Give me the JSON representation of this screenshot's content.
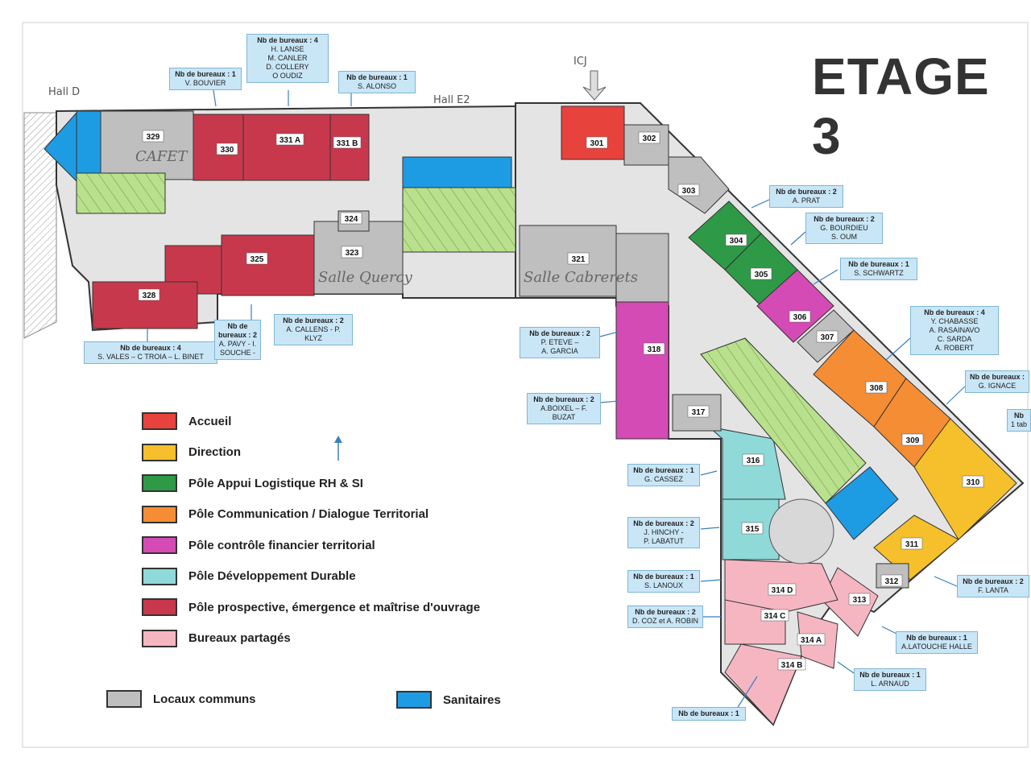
{
  "title": "ETAGE 3",
  "colors": {
    "accueil": "#e8423c",
    "direction": "#f6c02c",
    "logistique": "#2e9a47",
    "communication": "#f58d34",
    "financier": "#d44bb5",
    "durable": "#8fd9d9",
    "prospective": "#c8384c",
    "partages": "#f5b6c2",
    "communs": "#bfbfbf",
    "sanitaires": "#1e9ce3",
    "circulation": "#e4e4e4",
    "stairs": "#b9e08c"
  },
  "legend": [
    {
      "label": "Accueil",
      "color": "#e8423c"
    },
    {
      "label": "Direction",
      "color": "#f6c02c"
    },
    {
      "label": "Pôle Appui Logistique RH & SI",
      "color": "#2e9a47"
    },
    {
      "label": "Pôle Communication / Dialogue Territorial",
      "color": "#f58d34"
    },
    {
      "label": "Pôle contrôle financier territorial",
      "color": "#d44bb5"
    },
    {
      "label": "Pôle Développement Durable",
      "color": "#8fd9d9"
    },
    {
      "label": "Pôle prospective, émergence et maîtrise d'ouvrage",
      "color": "#c8384c"
    },
    {
      "label": "Bureaux partagés",
      "color": "#f5b6c2"
    }
  ],
  "legend_bottom": [
    {
      "label": "Locaux communs",
      "color": "#bfbfbf"
    },
    {
      "label": "Sanitaires",
      "color": "#1e9ce3"
    }
  ],
  "handwritten": {
    "hall_d": "Hall D",
    "hall_e2": "Hall E2",
    "icj": "ICJ",
    "cafet": "CAFET",
    "salle_quercy": "Salle Quercy",
    "salle_cabrerets": "Salle Cabrerets"
  },
  "rooms": [
    {
      "num": "329",
      "color": "#bfbfbf"
    },
    {
      "num": "330",
      "color": "#c8384c"
    },
    {
      "num": "331 A",
      "color": "#c8384c"
    },
    {
      "num": "331 B",
      "color": "#c8384c"
    },
    {
      "num": "301",
      "color": "#e8423c"
    },
    {
      "num": "302",
      "color": "#bfbfbf"
    },
    {
      "num": "303",
      "color": "#bfbfbf"
    },
    {
      "num": "304",
      "color": "#2e9a47"
    },
    {
      "num": "305",
      "color": "#2e9a47"
    },
    {
      "num": "306",
      "color": "#d44bb5"
    },
    {
      "num": "307",
      "color": "#bfbfbf"
    },
    {
      "num": "308",
      "color": "#f58d34"
    },
    {
      "num": "309",
      "color": "#f58d34"
    },
    {
      "num": "310",
      "color": "#f6c02c"
    },
    {
      "num": "311",
      "color": "#f6c02c"
    },
    {
      "num": "312",
      "color": "#bfbfbf"
    },
    {
      "num": "313",
      "color": "#f5b6c2"
    },
    {
      "num": "314 A",
      "color": "#f5b6c2"
    },
    {
      "num": "314 B",
      "color": "#f5b6c2"
    },
    {
      "num": "314 C",
      "color": "#f5b6c2"
    },
    {
      "num": "314 D",
      "color": "#f5b6c2"
    },
    {
      "num": "315",
      "color": "#8fd9d9"
    },
    {
      "num": "316",
      "color": "#8fd9d9"
    },
    {
      "num": "317",
      "color": "#bfbfbf"
    },
    {
      "num": "318",
      "color": "#d44bb5"
    },
    {
      "num": "321",
      "color": "#bfbfbf"
    },
    {
      "num": "323",
      "color": "#bfbfbf"
    },
    {
      "num": "324",
      "color": "#bfbfbf"
    },
    {
      "num": "325",
      "color": "#c8384c"
    },
    {
      "num": "328",
      "color": "#c8384c"
    }
  ],
  "callouts": [
    {
      "head": "Nb de bureaux : 1",
      "lines": [
        "V. BOUVIER"
      ]
    },
    {
      "head": "Nb de bureaux : 4",
      "lines": [
        "H. LANSE",
        "M. CANLER",
        "D. COLLERY",
        "O OUDIZ"
      ]
    },
    {
      "head": "Nb de bureaux : 1",
      "lines": [
        "S. ALONSO"
      ]
    },
    {
      "head": "Nb de bureaux : 2",
      "lines": [
        "A. PRAT"
      ]
    },
    {
      "head": "Nb de bureaux : 2",
      "lines": [
        "G. BOURDIEU",
        "S. OUM"
      ]
    },
    {
      "head": "Nb de bureaux : 1",
      "lines": [
        "S. SCHWARTZ"
      ]
    },
    {
      "head": "Nb de bureaux : 4",
      "lines": [
        "Y. CHABASSE",
        "A. RASAINAVO",
        "C. SARDA",
        "A. ROBERT"
      ]
    },
    {
      "head": "Nb de bureaux :",
      "lines": [
        "G. IGNACE"
      ]
    },
    {
      "head": "Nb",
      "lines": [
        "1 tab"
      ]
    },
    {
      "head": "Nb de bureaux : 2",
      "lines": [
        "P. ETEVE –",
        "A. GARCIA"
      ]
    },
    {
      "head": "Nb de bureaux : 2",
      "lines": [
        "A.BOIXEL – F.",
        "BUZAT"
      ]
    },
    {
      "head": "Nb de bureaux : 1",
      "lines": [
        "G. CASSEZ"
      ]
    },
    {
      "head": "Nb de bureaux : 2",
      "lines": [
        "J. HINCHY -",
        "P. LABATUT"
      ]
    },
    {
      "head": "Nb de bureaux : 1",
      "lines": [
        "S. LANOUX"
      ]
    },
    {
      "head": "Nb de bureaux : 2",
      "lines": [
        "D. COZ et A. ROBIN"
      ]
    },
    {
      "head": "Nb de bureaux : 2",
      "lines": [
        "F. LANTA"
      ]
    },
    {
      "head": "Nb de bureaux : 1",
      "lines": [
        "A.LATOUCHE HALLE"
      ]
    },
    {
      "head": "Nb de bureaux : 1",
      "lines": [
        "L. ARNAUD"
      ]
    },
    {
      "head": "Nb de bureaux : 1",
      "lines": []
    },
    {
      "head": "Nb de bureaux : 4",
      "lines": [
        "S. VALES – C TROIA – L. BINET"
      ]
    },
    {
      "head": "Nb de bureaux : 2",
      "lines": [
        "A. PAVY - I.",
        "SOUCHE -"
      ]
    },
    {
      "head": "Nb de bureaux : 2",
      "lines": [
        "A. CALLENS - P. KLYZ"
      ]
    }
  ]
}
